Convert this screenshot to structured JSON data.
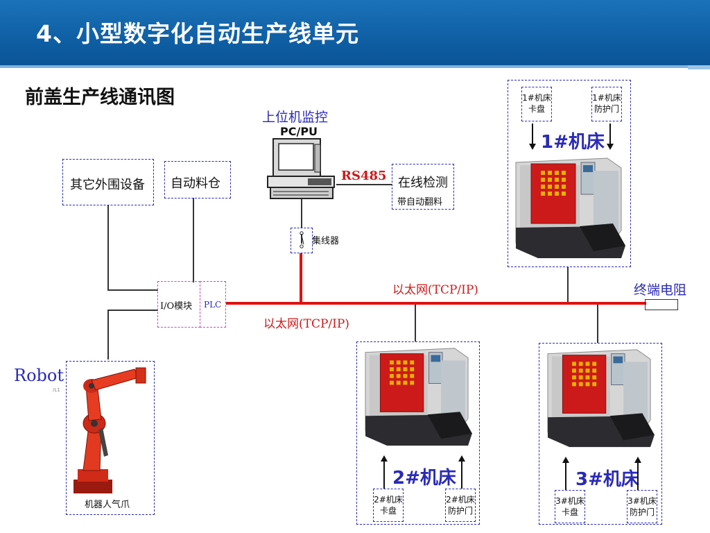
{
  "header": {
    "title": "4、小型数字化自动生产线单元"
  },
  "diagram": {
    "title": "前盖生产线通讯图",
    "pc": {
      "label": "上位机监控",
      "sublabel": "PC/PU"
    },
    "rs485": "RS485",
    "online_inspection": {
      "title": "在线检测",
      "subtitle": "带自动翻料"
    },
    "hub": "集线器",
    "other_peripherals": "其它外围设备",
    "auto_warehouse": "自动料仓",
    "io_module": "I/O模块",
    "plc": "PLC",
    "ethernet_label_top": "以太网(TCP/IP)",
    "ethernet_label_bottom": "以太网(TCP/IP)",
    "terminator": "终端电阻",
    "robot": {
      "label": "Robot",
      "caption": "机器人气爪",
      "tag": "/L1"
    },
    "machine1": {
      "label": "1#机床",
      "chuck": "1#机床\n卡盘",
      "door": "1#机床\n防护门"
    },
    "machine2": {
      "label": "2#机床",
      "chuck": "2#机床\n卡盘",
      "door": "2#机床\n防护门"
    },
    "machine3": {
      "label": "3#机床",
      "chuck": "3#机床\n卡盘",
      "door": "3#机床\n防护门"
    }
  },
  "colors": {
    "header": "#1266ad",
    "dashed_box": "#2a2ab8",
    "ethernet": "#e01010",
    "machine_red": "#cc1a1a"
  }
}
